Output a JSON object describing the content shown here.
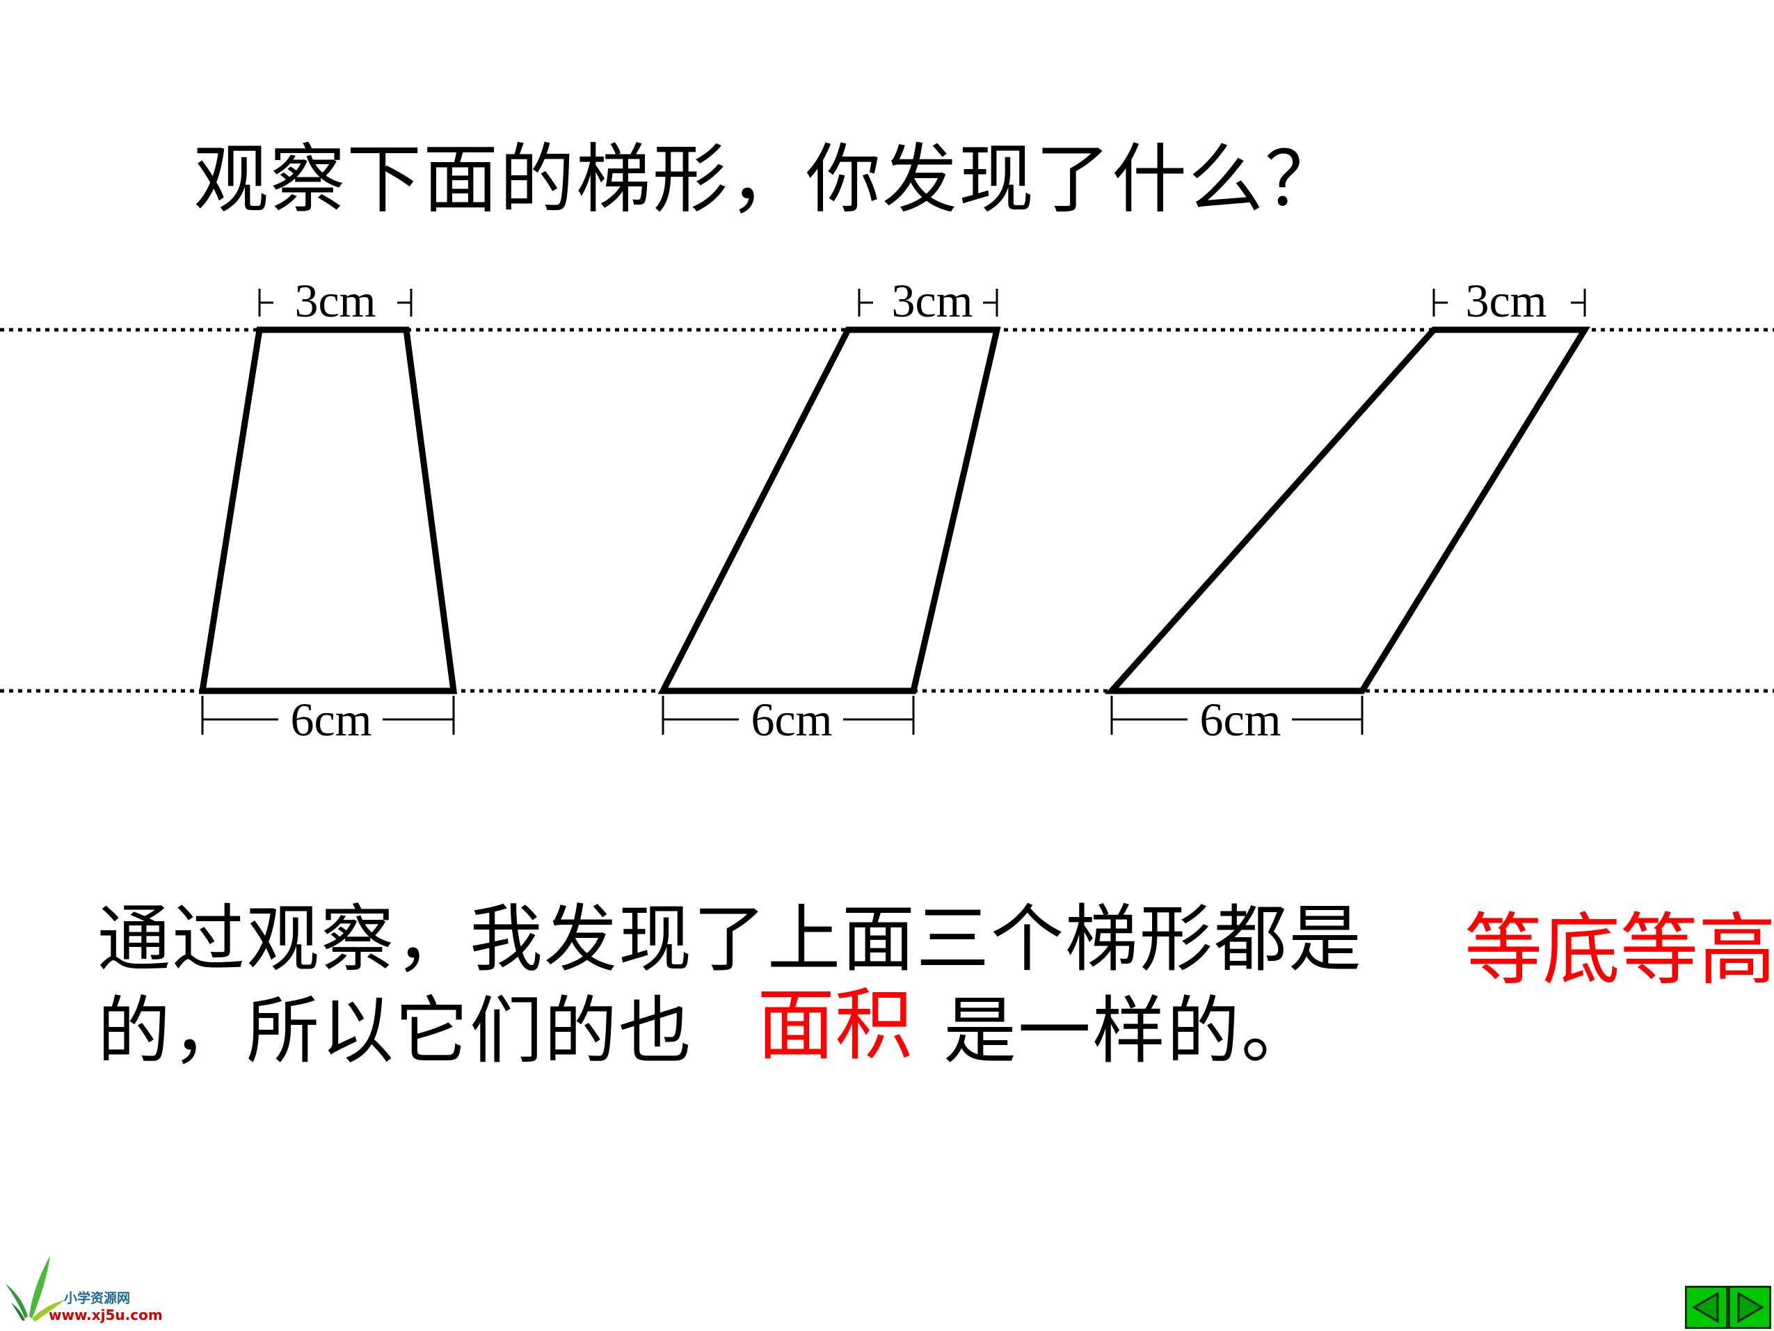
{
  "slide": {
    "question": "观察下面的梯形，你发现了什么？",
    "trapezoids": [
      {
        "top_label": "3cm",
        "bottom_label": "6cm"
      },
      {
        "top_label": "3cm",
        "bottom_label": "6cm"
      },
      {
        "top_label": "3cm",
        "bottom_label": "6cm"
      }
    ],
    "conclusion": {
      "line1_text": "通过观察，我发现了上面三个梯形都是",
      "line1_answer": "等底等高",
      "line2_prefix": "的，所以它们的也",
      "line2_answer": "面积",
      "line2_suffix": "是一样的。"
    },
    "colors": {
      "answer": "#ff0000",
      "nav_button": "#00c800"
    }
  },
  "logo": {
    "name": "小学资源网",
    "url": "www.xj5u.com"
  },
  "navigation": {
    "prev_icon": "triangle-left-icon",
    "next_icon": "triangle-right-icon"
  }
}
